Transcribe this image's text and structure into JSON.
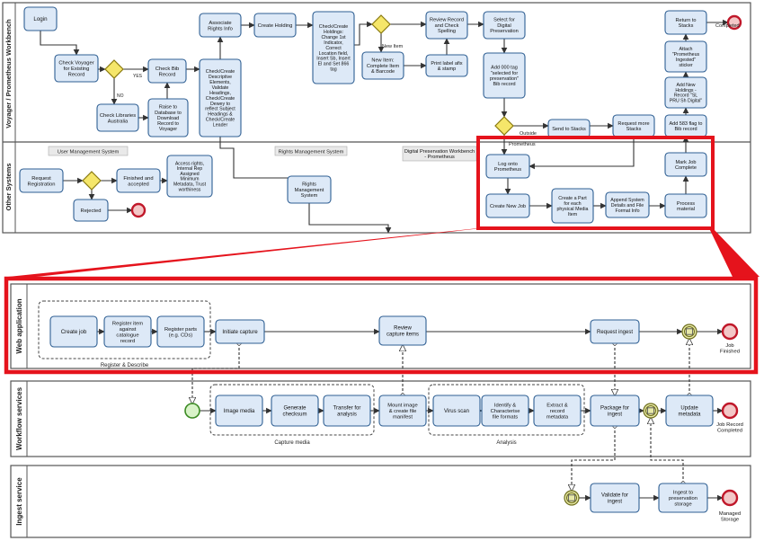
{
  "colors": {
    "task_fill": "#dde9f7",
    "task_stroke": "#2f5f93",
    "gateway_fill": "#f5e66a",
    "gateway_stroke": "#8a7a10",
    "end_stroke": "#c0182a",
    "end_fill": "#f3c7c7",
    "start_stroke": "#3a8a22",
    "start_fill": "#d8f3c8",
    "event_fill": "#e8e9a8",
    "highlight": "#e5131c",
    "lane": "#555555",
    "flow": "#333333",
    "annotation_fill": "#e9e9e9"
  },
  "top_lanes": {
    "voyager": "Voyager / Prometheus Workbench",
    "other": "Other Systems"
  },
  "top_annotations": {
    "user_mgmt": "User Management System",
    "rights_mgmt": "Rights Management System",
    "digital_pres": [
      "Digital Preservation Workbench",
      "- Prometheus"
    ]
  },
  "top_tasks": {
    "login": [
      "Login"
    ],
    "check_voyager": [
      "Check Voyager",
      "for Existing",
      "Record"
    ],
    "check_libraries": [
      "Check Libraries",
      "Australia"
    ],
    "check_bib": [
      "Check Bib",
      "Record"
    ],
    "raise_to_db": [
      "Raise to",
      "Database to",
      "Download",
      "Record to",
      "Voyager"
    ],
    "associate_rights": [
      "Associate",
      "Rights Info"
    ],
    "check_create_desc": [
      "Check/Create",
      "Descriptive",
      "Elements,",
      "Validate",
      "Headings,",
      "Check/Create",
      "Dewey to",
      "reflect Subject",
      "Headings &",
      "Check/Create",
      "Leader"
    ],
    "create_holding": [
      "Create Holding"
    ],
    "check_create_holdings": [
      "Check/Create",
      "Holdings:",
      "Change 1st",
      "Indicator,",
      "Correct",
      "Location field,",
      "Insert Sb, Insert",
      "El and Set 866",
      "tag"
    ],
    "new_item": [
      "New Item:",
      "Complete Item",
      "& Barcode"
    ],
    "print_label": [
      "Print label afix",
      "& stamp"
    ],
    "review_record": [
      "Review Record",
      "and Check",
      "Spelling"
    ],
    "select_dp": [
      "Select for",
      "Digital",
      "Preservation"
    ],
    "add_000": [
      "Add 000 tag",
      "\"selected for",
      "preservation\"",
      "Bib record"
    ],
    "send_stacks": [
      "Send to Stacks"
    ],
    "request_more": [
      "Request more",
      "Stacks"
    ],
    "add_583": [
      "Add 583 flag to",
      "Bib record"
    ],
    "add_new_holdings": [
      "Add New",
      "Holdings -",
      "Record \"SL",
      "PRU Sh Digital\""
    ],
    "attach_sticker": [
      "Attach",
      "\"Prometheus",
      "Ingested\"",
      "sticker"
    ],
    "return_stacks": [
      "Return to",
      "Stacks"
    ],
    "request_reg": [
      "Request",
      "Registration"
    ],
    "finished_accepted": [
      "Finished and",
      "accepted"
    ],
    "rejected": [
      "Rejected"
    ],
    "access_rights": [
      "Access rights,",
      "Internal Rep",
      "Assigned",
      "Minimum",
      "Metadata, Trust",
      "worthiness"
    ],
    "rights_mgmt_sys": [
      "Rights",
      "Management",
      "System"
    ],
    "log_onto": [
      "Log onto",
      "Prometheus"
    ],
    "create_new_job": [
      "Create New Job"
    ],
    "create_part": [
      "Create a Part",
      "for each",
      "physical Media",
      "Item"
    ],
    "append_system": [
      "Append System",
      "Details and File",
      "Format Info"
    ],
    "process_material": [
      "Process",
      "material"
    ],
    "mark_complete": [
      "Mark Job",
      "Complete"
    ]
  },
  "top_labels": {
    "yes": "YES",
    "no": "NO",
    "new_item_flow": "New Item",
    "prometheus": "Prometheus",
    "outside": "Outside",
    "completed": "Completed"
  },
  "bottom_lanes": {
    "web": "Web application",
    "workflow": "Workflow services",
    "ingest": "Ingest service"
  },
  "bottom_tasks": {
    "create_job": [
      "Create job"
    ],
    "register_item": [
      "Register item",
      "against",
      "catalogue",
      "record"
    ],
    "register_parts": [
      "Register parts",
      "(e.g. CDs)"
    ],
    "initiate_capture": [
      "Initiate capture"
    ],
    "review_capture": [
      "Review",
      "capture items"
    ],
    "request_ingest": [
      "Request ingest"
    ],
    "image_media": [
      "Image media"
    ],
    "generate_checksum": [
      "Generate",
      "checksum"
    ],
    "transfer_analysis": [
      "Transfer for",
      "analysis"
    ],
    "mount_image": [
      "Mount image",
      "& create file",
      "manifest"
    ],
    "virus_scan": [
      "Virus scan"
    ],
    "identify_char": [
      "Identify &",
      "Characterise",
      "file formats"
    ],
    "extract_record": [
      "Extract &",
      "record",
      "metadata"
    ],
    "package_ingest": [
      "Package for",
      "ingest"
    ],
    "update_metadata": [
      "Update",
      "metadata"
    ],
    "validate_ingest": [
      "Validate for",
      "ingest"
    ],
    "ingest_storage": [
      "Ingest to",
      "preservation",
      "storage"
    ]
  },
  "bottom_groups": {
    "register": "Register & Describe",
    "capture": "Capture media",
    "analysis": "Analysis"
  },
  "bottom_events": {
    "job_finished": [
      "Job",
      "Finished"
    ],
    "job_record_completed": [
      "Job Record",
      "Completed"
    ],
    "managed_storage": [
      "Managed",
      "Storage"
    ]
  }
}
